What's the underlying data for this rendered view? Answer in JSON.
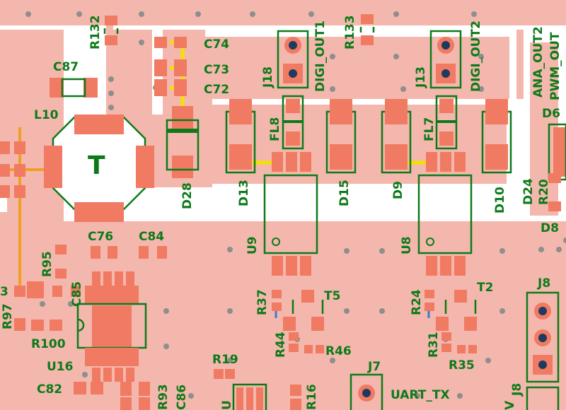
{
  "board": {
    "colors": {
      "copper_pour": "#f4b7ad",
      "pad": "#f07a62",
      "silkscreen": "#0d7a1a",
      "clearance": "#ffffff",
      "trace_yellow": "#f2e200",
      "trace_orange": "#f0a020",
      "trace_blue": "#3a7bd5",
      "via": "#8e8e8e",
      "pin_hole": "#1e3a5f"
    },
    "labels": {
      "r132": "R132",
      "c74": "C74",
      "c73": "C73",
      "c72": "C72",
      "c87": "C87",
      "l10": "L10",
      "inductor_mark": "T",
      "d28": "D28",
      "j18": "J18",
      "digi_out1": "DIGI_OUT1",
      "r133": "R133",
      "j13": "J13",
      "digi_out2": "DIGI_OUT2",
      "ana_out2": "ANA_OUT2",
      "pwm_out": "PWM_OUT",
      "d6": "D6",
      "fl8": "FL8",
      "fl7": "FL7",
      "d13": "D13",
      "d15": "D15",
      "d9": "D9",
      "d10": "D10",
      "d24": "D24",
      "r20": "R20",
      "d8": "D8",
      "u9": "U9",
      "u8": "U8",
      "c76": "C76",
      "c84": "C84",
      "r95": "R95",
      "c85": "C85",
      "r97": "R97",
      "r100": "R100",
      "u16": "U16",
      "c82": "C82",
      "r93": "R93",
      "c86": "C86",
      "r37": "R37",
      "t5": "T5",
      "r44": "R44",
      "r46": "R46",
      "r24": "R24",
      "t2": "T2",
      "r31": "R31",
      "r35": "R35",
      "j8a": "J8",
      "j8b": "J8",
      "j7": "J7",
      "uart_tx": "UART_TX",
      "r19": "R19",
      "r16": "R16",
      "u_partial": "U",
      "edge3": "3",
      "v_partial": "V"
    }
  }
}
